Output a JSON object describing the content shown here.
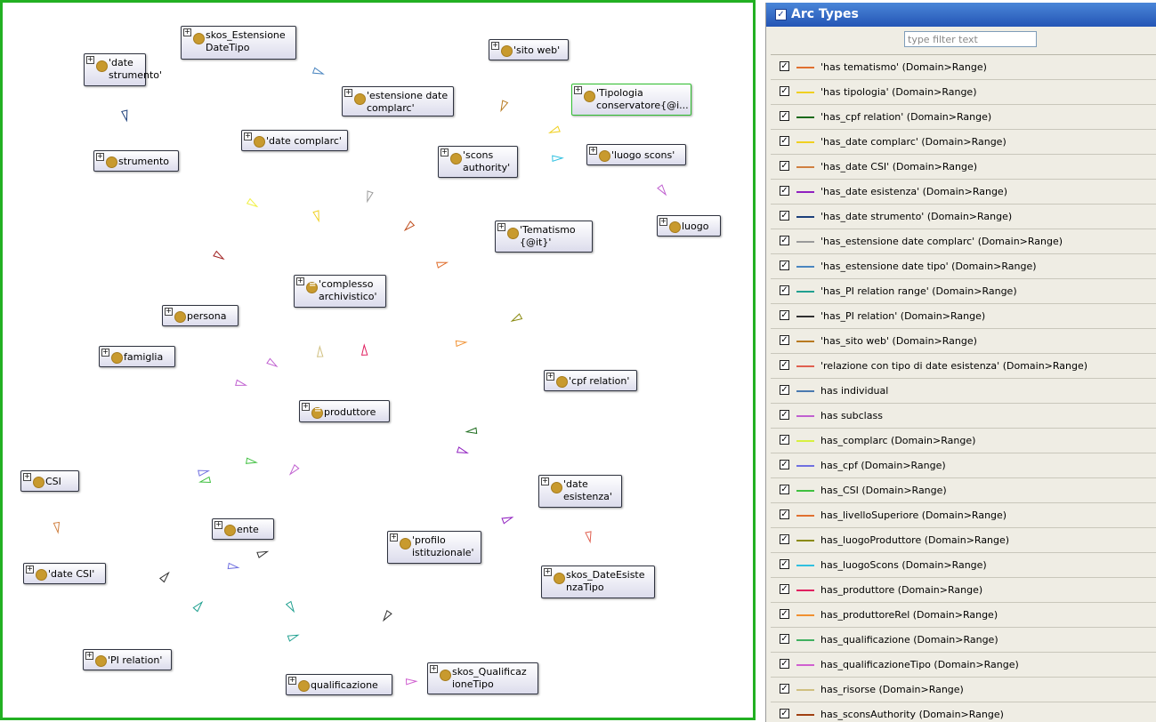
{
  "graph": {
    "nodes": [
      {
        "id": "skos-estensione",
        "label": "skos_Estensione\nDateTipo",
        "dot": "plain",
        "selected": false
      },
      {
        "id": "date-strumento",
        "label": "'date\nstrumento'",
        "dot": "plain",
        "selected": false
      },
      {
        "id": "sito-web",
        "label": "'sito web'",
        "dot": "plain",
        "selected": false
      },
      {
        "id": "estensione-date",
        "label": "'estensione date\ncomplarc'",
        "dot": "plain",
        "selected": false
      },
      {
        "id": "tipologia",
        "label": "'Tipologia\nconservatore{@i...",
        "dot": "plain",
        "selected": true
      },
      {
        "id": "date-complarc",
        "label": "'date complarc'",
        "dot": "plain",
        "selected": false
      },
      {
        "id": "strumento",
        "label": "strumento",
        "dot": "plain",
        "selected": false
      },
      {
        "id": "scons-authority",
        "label": "'scons\nauthority'",
        "dot": "plain",
        "selected": false
      },
      {
        "id": "luogo-scons",
        "label": "'luogo scons'",
        "dot": "plain",
        "selected": false
      },
      {
        "id": "luogo",
        "label": "luogo",
        "dot": "plain",
        "selected": false
      },
      {
        "id": "tematismo",
        "label": "'Tematismo\n{@it}'",
        "dot": "plain",
        "selected": false
      },
      {
        "id": "complesso",
        "label": "'complesso\narchivistico'",
        "dot": "eq",
        "selected": false
      },
      {
        "id": "persona",
        "label": "persona",
        "dot": "plain",
        "selected": false
      },
      {
        "id": "famiglia",
        "label": "famiglia",
        "dot": "plain",
        "selected": false
      },
      {
        "id": "cpf-relation",
        "label": "'cpf relation'",
        "dot": "plain",
        "selected": false
      },
      {
        "id": "produttore",
        "label": "produttore",
        "dot": "eq",
        "selected": false
      },
      {
        "id": "csi",
        "label": "CSI",
        "dot": "plain",
        "selected": false
      },
      {
        "id": "date-esistenza",
        "label": "'date\nesistenza'",
        "dot": "plain",
        "selected": false
      },
      {
        "id": "ente",
        "label": "ente",
        "dot": "plain",
        "selected": false
      },
      {
        "id": "profilo",
        "label": "'profilo\nistituzionale'",
        "dot": "plain",
        "selected": false
      },
      {
        "id": "date-csi",
        "label": "'date CSI'",
        "dot": "plain",
        "selected": false
      },
      {
        "id": "skos-dateesiste",
        "label": "skos_DateEsiste\nnzaTipo",
        "dot": "plain",
        "selected": false
      },
      {
        "id": "pi-relation",
        "label": "'PI relation'",
        "dot": "plain",
        "selected": false
      },
      {
        "id": "qualificazione",
        "label": "qualificazione",
        "dot": "plain",
        "selected": false
      },
      {
        "id": "skos-qualificaz",
        "label": "skos_Qualificaz\nioneTipo",
        "dot": "plain",
        "selected": false
      }
    ],
    "edges": [
      {
        "from": "date-strumento",
        "to": "strumento",
        "color": "#1c3f7a"
      },
      {
        "from": "skos-estensione",
        "to": "estensione-date",
        "color": "#4a86c0"
      },
      {
        "from": "estensione-date",
        "to": "complesso",
        "color": "#9a9a9a"
      },
      {
        "from": "sito-web",
        "to": "scons-authority",
        "color": "#b87a20"
      },
      {
        "from": "tipologia",
        "to": "scons-authority",
        "color": "#f0d020"
      },
      {
        "from": "scons-authority",
        "to": "luogo-scons",
        "color": "#30c0e0"
      },
      {
        "from": "luogo-scons",
        "to": "luogo",
        "color": "#c060d0"
      },
      {
        "from": "scons-authority",
        "to": "complesso",
        "color": "#c05020"
      },
      {
        "from": "strumento",
        "to": "complesso",
        "color": "#a02020"
      },
      {
        "from": "strumento",
        "to": "complesso",
        "color": "#f0f040"
      },
      {
        "from": "date-complarc",
        "to": "complesso",
        "color": "#f0d020"
      },
      {
        "from": "complesso",
        "to": "tematismo",
        "color": "#e07030"
      },
      {
        "from": "luogo",
        "to": "produttore",
        "color": "#8a8a10"
      },
      {
        "from": "persona",
        "to": "produttore",
        "color": "#c060d0"
      },
      {
        "from": "famiglia",
        "to": "produttore",
        "color": "#c060d0"
      },
      {
        "from": "produttore",
        "to": "complesso",
        "color": "#e02060"
      },
      {
        "from": "produttore",
        "to": "complesso",
        "color": "#d0c080"
      },
      {
        "from": "cpf-relation",
        "to": "produttore",
        "color": "#1a6a1a"
      },
      {
        "from": "produttore",
        "to": "cpf-relation",
        "color": "#f09030"
      },
      {
        "from": "produttore",
        "to": "csi",
        "color": "#40c040"
      },
      {
        "from": "csi",
        "to": "produttore",
        "color": "#7070e0"
      },
      {
        "from": "produttore",
        "to": "date-esistenza",
        "color": "#9020c0"
      },
      {
        "from": "date-esistenza",
        "to": "skos-dateesiste",
        "color": "#e06050"
      },
      {
        "from": "csi",
        "to": "date-csi",
        "color": "#d08040"
      },
      {
        "from": "produttore",
        "to": "ente",
        "color": "#c060d0"
      },
      {
        "from": "csi",
        "to": "profilo",
        "color": "#7070e0"
      },
      {
        "from": "csi",
        "to": "profilo",
        "color": "#40c040"
      },
      {
        "from": "profilo",
        "to": "date-esistenza",
        "color": "#9020c0"
      },
      {
        "from": "pi-relation",
        "to": "ente",
        "color": "#303030"
      },
      {
        "from": "pi-relation",
        "to": "profilo",
        "color": "#303030"
      },
      {
        "from": "pi-relation",
        "to": "ente",
        "color": "#20a090"
      },
      {
        "from": "pi-relation",
        "to": "profilo",
        "color": "#20a090"
      },
      {
        "from": "ente",
        "to": "qualificazione",
        "color": "#20a090"
      },
      {
        "from": "qualificazione",
        "to": "skos-qualificaz",
        "color": "#d060d0"
      },
      {
        "from": "profilo",
        "to": "qualificazione",
        "color": "#303030"
      },
      {
        "from": "complesso",
        "to": "complesso",
        "color": "#e07030"
      }
    ]
  },
  "arc_panel": {
    "title": "Arc Types",
    "filter_placeholder": "type filter text",
    "items": [
      {
        "label": "'has tematismo' (Domain>Range)",
        "color": "#e07030",
        "checked": true
      },
      {
        "label": "'has tipologia' (Domain>Range)",
        "color": "#f0d020",
        "checked": true
      },
      {
        "label": "'has_cpf relation' (Domain>Range)",
        "color": "#1a6a1a",
        "checked": true
      },
      {
        "label": "'has_date complarc' (Domain>Range)",
        "color": "#f0d020",
        "checked": true
      },
      {
        "label": "'has_date CSI' (Domain>Range)",
        "color": "#d08040",
        "checked": true
      },
      {
        "label": "'has_date esistenza' (Domain>Range)",
        "color": "#9020c0",
        "checked": true
      },
      {
        "label": "'has_date strumento' (Domain>Range)",
        "color": "#1c3f7a",
        "checked": true
      },
      {
        "label": "'has_estensione date complarc' (Domain>Range)",
        "color": "#9a9a9a",
        "checked": true
      },
      {
        "label": "'has_estensione date tipo' (Domain>Range)",
        "color": "#4a86c0",
        "checked": true
      },
      {
        "label": "'has_PI relation range' (Domain>Range)",
        "color": "#20a090",
        "checked": true
      },
      {
        "label": "'has_PI relation' (Domain>Range)",
        "color": "#303030",
        "checked": true
      },
      {
        "label": "'has_sito web' (Domain>Range)",
        "color": "#b87a20",
        "checked": true
      },
      {
        "label": "'relazione con tipo di date esistenza' (Domain>Range)",
        "color": "#e06050",
        "checked": true
      },
      {
        "label": "has individual",
        "color": "#4a7ab0",
        "checked": true
      },
      {
        "label": "has subclass",
        "color": "#c060d0",
        "checked": true
      },
      {
        "label": "has_complarc (Domain>Range)",
        "color": "#d8f040",
        "checked": true
      },
      {
        "label": "has_cpf (Domain>Range)",
        "color": "#7070e0",
        "checked": true
      },
      {
        "label": "has_CSI (Domain>Range)",
        "color": "#40c040",
        "checked": true
      },
      {
        "label": "has_livelloSuperiore (Domain>Range)",
        "color": "#e07030",
        "checked": true
      },
      {
        "label": "has_luogoProduttore (Domain>Range)",
        "color": "#8a8a10",
        "checked": true
      },
      {
        "label": "has_luogoScons (Domain>Range)",
        "color": "#30c0e0",
        "checked": true
      },
      {
        "label": "has_produttore (Domain>Range)",
        "color": "#e02060",
        "checked": true
      },
      {
        "label": "has_produttoreRel (Domain>Range)",
        "color": "#f09030",
        "checked": true
      },
      {
        "label": "has_qualificazione (Domain>Range)",
        "color": "#40b060",
        "checked": true
      },
      {
        "label": "has_qualificazioneTipo (Domain>Range)",
        "color": "#d060d0",
        "checked": true
      },
      {
        "label": "has_risorse (Domain>Range)",
        "color": "#d0c080",
        "checked": true
      },
      {
        "label": "has_sconsAuthority (Domain>Range)",
        "color": "#a04010",
        "checked": true
      }
    ]
  }
}
